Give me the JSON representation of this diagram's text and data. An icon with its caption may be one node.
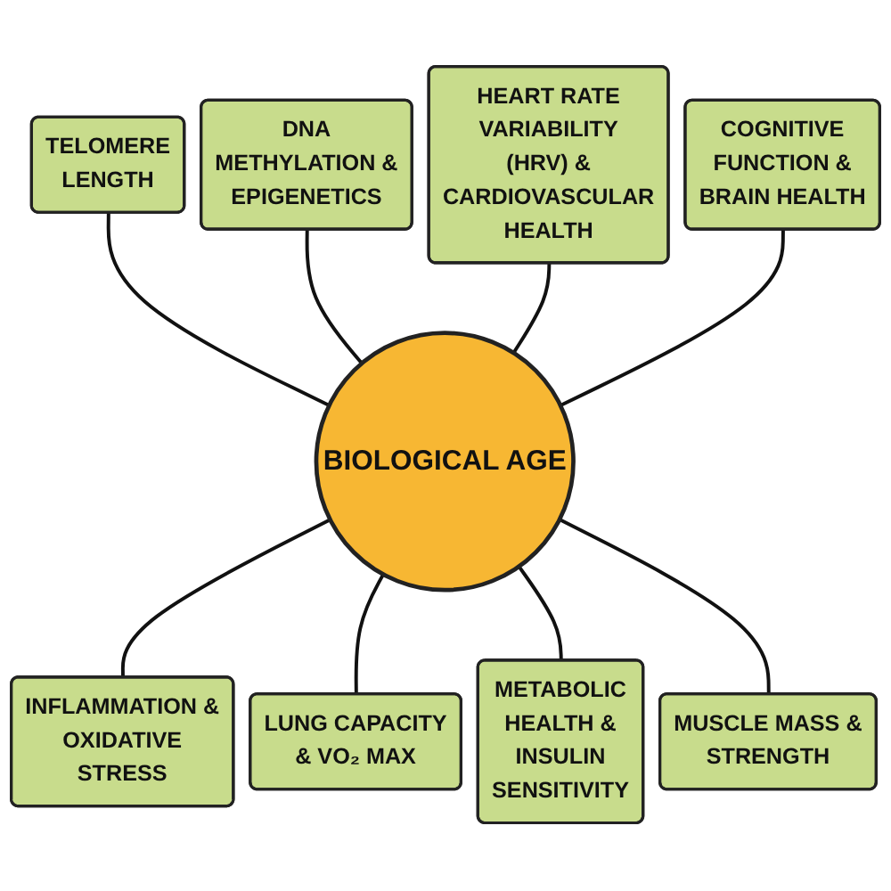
{
  "diagram": {
    "nodes": [
      {
        "text": [
          "TELOMERE LENGTH"
        ]
      },
      {
        "text": [
          "DNA METHYLATION & EPIGENETICS"
        ]
      },
      {
        "text": [
          "HEART RATE VARIABILITY (HRV) & CARDIOVASCULAR HEALTH"
        ]
      },
      {
        "text": [
          "COGNITIVE FUNCTION & BRAIN HEALTH"
        ]
      },
      {
        "text": [
          "BIOLOGICAL AGE"
        ]
      },
      {
        "text": [
          "INFLAMMATION & OXIDATIVE STRESS"
        ]
      },
      {
        "text": [
          "LUNG CAPACITY & VO₂ MAX"
        ]
      },
      {
        "text": [
          "METABOLIC HEALTH & INSULIN SENSITIVITY"
        ]
      },
      {
        "text": [
          "MUSCLE MASS & STRENGTH"
        ]
      }
    ],
    "edges": [
      {
        "from": 0,
        "to": 4,
        "arrow": "none"
      },
      {
        "from": 1,
        "to": 4,
        "arrow": "none"
      },
      {
        "from": 2,
        "to": 4,
        "arrow": "none"
      },
      {
        "from": 3,
        "to": 4,
        "arrow": "none"
      },
      {
        "from": 4,
        "to": 5,
        "arrow": "none"
      },
      {
        "from": 4,
        "to": 6,
        "arrow": "none"
      },
      {
        "from": 4,
        "to": 7,
        "arrow": "none"
      },
      {
        "from": 4,
        "to": 8,
        "arrow": "none"
      }
    ]
  }
}
